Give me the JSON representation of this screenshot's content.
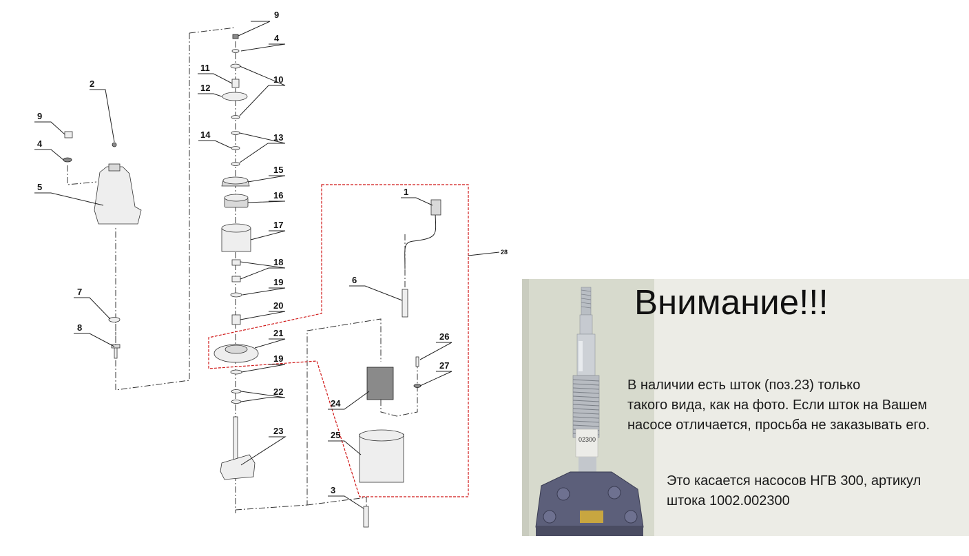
{
  "callouts": {
    "c1": "1",
    "c2": "2",
    "c3": "3",
    "c4a": "4",
    "c4b": "4",
    "c5": "5",
    "c6": "6",
    "c7": "7",
    "c8": "8",
    "c9a": "9",
    "c9b": "9",
    "c10": "10",
    "c11": "11",
    "c12": "12",
    "c13": "13",
    "c14": "14",
    "c15": "15",
    "c16": "16",
    "c17": "17",
    "c18": "18",
    "c19a": "19",
    "c19b": "19",
    "c20": "20",
    "c21": "21",
    "c22": "22",
    "c23": "23",
    "c24": "24",
    "c25": "25",
    "c26": "26",
    "c27": "27",
    "c28": "28"
  },
  "notice": {
    "title": "Внимание!!!",
    "body_lines": [
      "В наличии есть шток (поз.23) только",
      "такого вида, как на фото. Если шток на Вашем",
      "насосе отличается, просьба не заказывать его."
    ],
    "note_lines": [
      "Это касается насосов НГВ 300, артикул",
      "штока 1002.002300"
    ],
    "photo_label": "02300"
  },
  "colors": {
    "assembly_outline": "#d01818",
    "notice_background": "#ecece6"
  }
}
